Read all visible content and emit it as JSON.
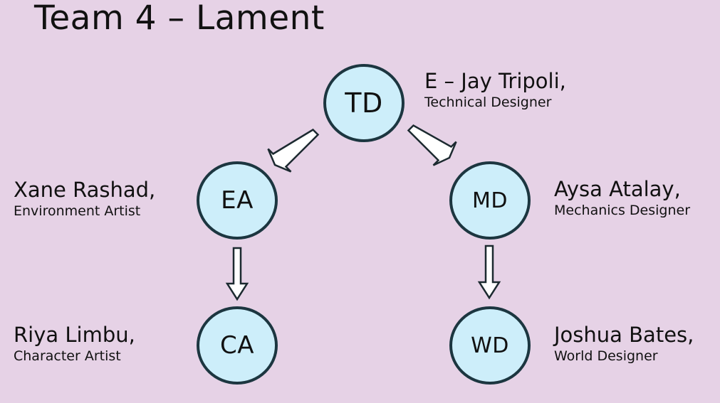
{
  "title": "Team 4 – Lament",
  "nodes": {
    "td": "TD",
    "ea": "EA",
    "md": "MD",
    "ca": "CA",
    "wd": "WD"
  },
  "people": {
    "td": {
      "name": "E – Jay Tripoli,",
      "role": "Technical Designer"
    },
    "ea": {
      "name": "Xane Rashad,",
      "role": "Environment Artist"
    },
    "md": {
      "name": "Aysa Atalay,",
      "role": "Mechanics Designer"
    },
    "ca": {
      "name": "Riya Limbu,",
      "role": "Character Artist"
    },
    "wd": {
      "name": "Joshua Bates,",
      "role": "World Designer"
    }
  },
  "colors": {
    "background": "#e6d2e6",
    "node_fill": "#cdeefa",
    "node_border": "#1c3640",
    "arrow_fill": "#ffffff",
    "arrow_stroke": "#1c2a30"
  }
}
